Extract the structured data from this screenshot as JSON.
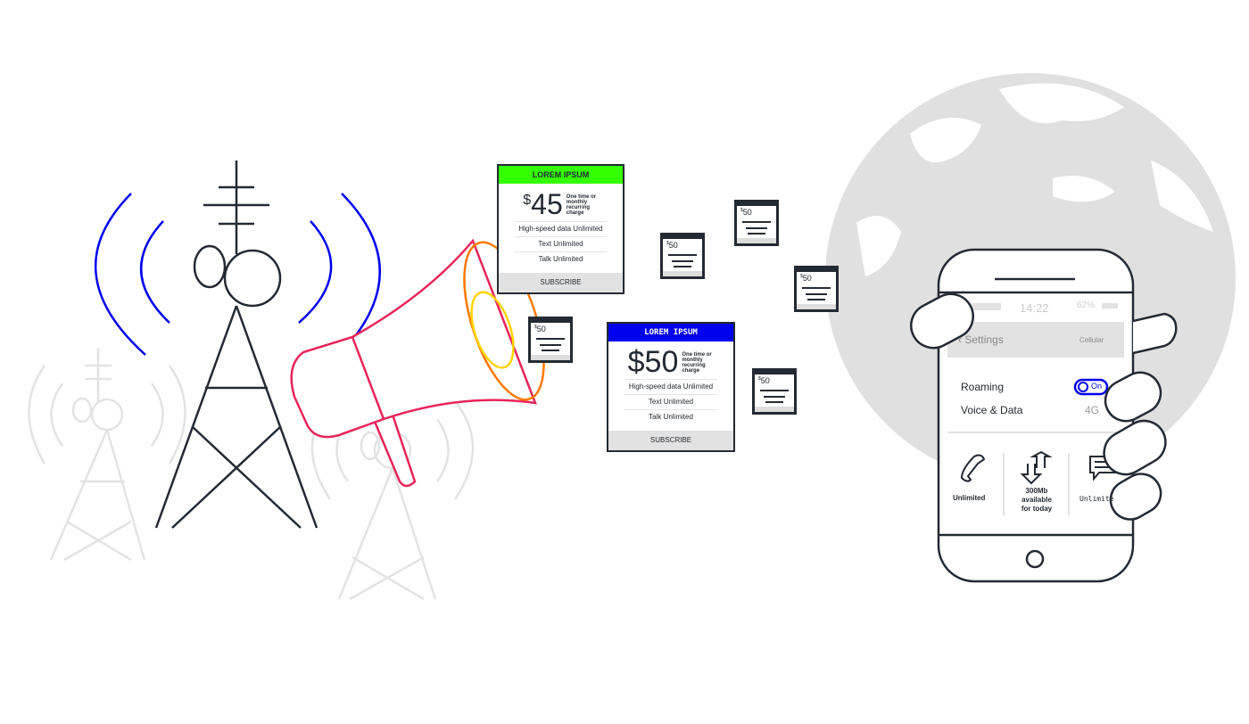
{
  "colors": {
    "dark": "#232a33",
    "blue": "#0000ee",
    "green": "#33ff00",
    "pink": "#e8245a",
    "orange": "#ff7a00",
    "yellow": "#ffd400",
    "gray": "#e0e0e0"
  },
  "cards": [
    {
      "header": "LOREM IPSUM",
      "currency": "$",
      "amount": "45",
      "note": "One time or monthly recurring charge",
      "lines": [
        "High-speed data Unlimited",
        "Text Unlimited",
        "Talk Unlimited"
      ],
      "button": "SUBSCRIBE",
      "header_color": "#33ff00"
    },
    {
      "header": "LOREM IPSUM",
      "currency": "$",
      "amount": "50",
      "note": "One time or monthly recurring charge",
      "lines": [
        "High-speed data Unlimited",
        "Text Unlimited",
        "Talk Unlimited"
      ],
      "button": "SUBSCRIBE",
      "header_color": "#0000ee"
    }
  ],
  "mini_card": {
    "currency": "$",
    "amount": "50"
  },
  "phone": {
    "time": "14:22",
    "battery": "62%",
    "back_label": "Settings",
    "page_title": "Cellular",
    "roaming_label": "Roaming",
    "roaming_toggle": "On",
    "voice_data_label": "Voice & Data",
    "voice_data_value": "4G",
    "talk": "Unlimited",
    "data": "300Mb available for today",
    "text": "Unlimited",
    "icons": [
      "phone-icon",
      "data-arrows-icon",
      "chat-icon"
    ]
  }
}
